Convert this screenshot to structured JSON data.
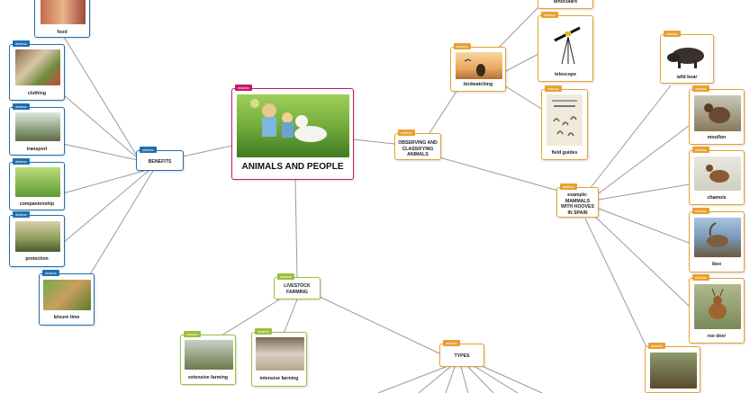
{
  "tag_text": "otaviuc",
  "root": {
    "label": "ANIMALS AND PEOPLE"
  },
  "benefits": {
    "label": "BENEFITS",
    "items": [
      "food",
      "clothing",
      "transport",
      "companionship",
      "protection",
      "leisure time"
    ]
  },
  "observing": {
    "label": "OBSERVING AND CLASSIFYING ANIMALS",
    "birdwatching": "birdwatching",
    "items": [
      "binoculars",
      "telescope",
      "field guides"
    ]
  },
  "mammals": {
    "label": "example: MAMMALS WITH HOOVES IN SPAIN",
    "items": [
      "wild boar",
      "mouflon",
      "chamois",
      "ibex",
      "roe deer"
    ]
  },
  "livestock": {
    "label": "LIVESTOCK FARMING",
    "items": [
      "extensive farming",
      "intensive farming"
    ],
    "types": "TYPES"
  },
  "colors": {
    "blue": "#1f6fb0",
    "orange": "#e8a030",
    "green": "#9bbf3a",
    "pink": "#c2186b",
    "line": "#9a9a9a"
  }
}
